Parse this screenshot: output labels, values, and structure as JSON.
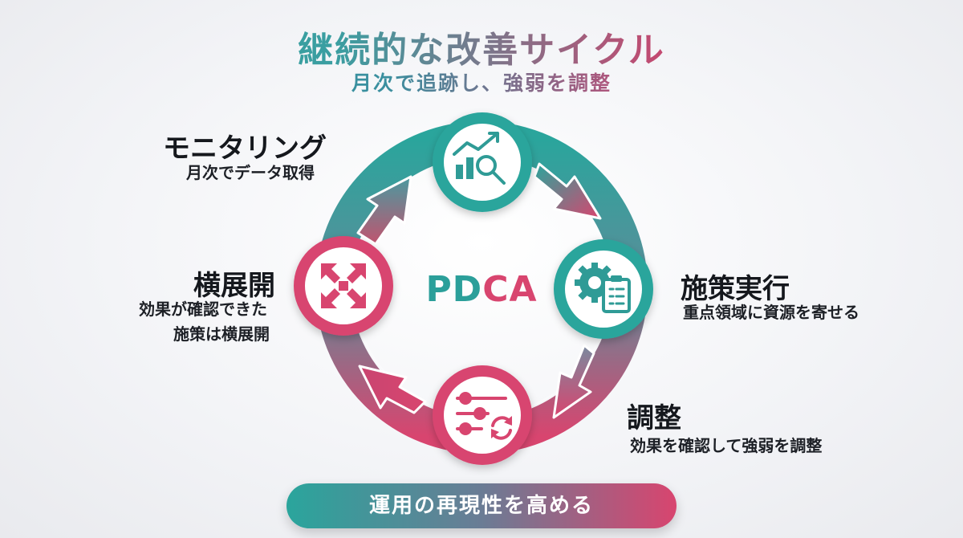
{
  "header": {
    "title": "継続的な改善サイクル",
    "subtitle": "月次で追跡し、強弱を調整"
  },
  "center_label": {
    "left": "PD",
    "right": "CA"
  },
  "stages": [
    {
      "id": "monitoring",
      "title": "モニタリング",
      "desc": [
        "月次でデータ取得"
      ],
      "icon": "chart-magnifier-icon",
      "color": "#2aa59c"
    },
    {
      "id": "execute",
      "title": "施策実行",
      "desc": [
        "重点領域に資源を寄せる"
      ],
      "icon": "gear-clipboard-icon",
      "color": "#2aa59c"
    },
    {
      "id": "adjust",
      "title": "調整",
      "desc": [
        "効果を確認して強弱を調整"
      ],
      "icon": "sliders-refresh-icon",
      "color": "#d8456f"
    },
    {
      "id": "expand",
      "title": "横展開",
      "desc": [
        "効果が確認できた",
        "施策は横展開"
      ],
      "icon": "expand-arrows-icon",
      "color": "#d8456f"
    }
  ],
  "footer": {
    "banner": "運用の再現性を高める"
  },
  "colors": {
    "teal": "#2aa59c",
    "pink": "#d8456f",
    "text": "#15181d"
  }
}
